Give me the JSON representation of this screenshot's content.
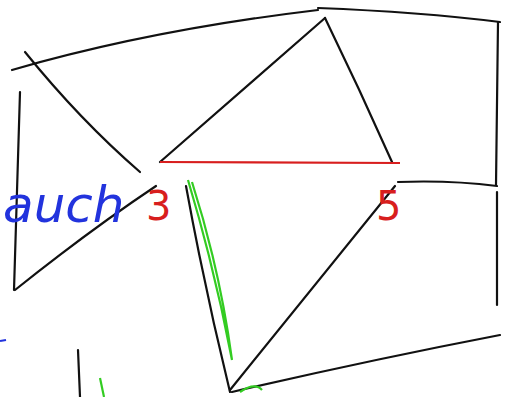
{
  "diagram": {
    "labels": [
      "auch",
      "3",
      "5"
    ]
  }
}
